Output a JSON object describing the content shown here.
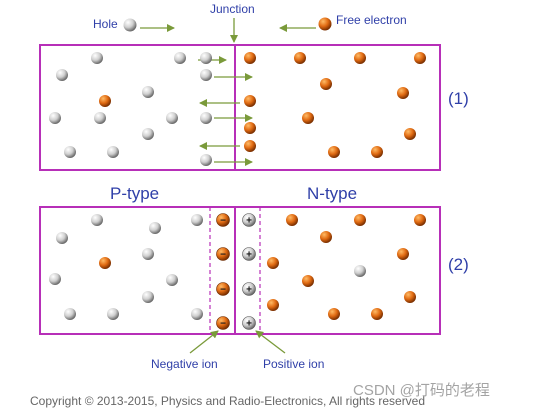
{
  "legend": {
    "hole_label": "Hole",
    "junction_label": "Junction",
    "free_electron_label": "Free electron"
  },
  "diagram1": {
    "label": "(1)"
  },
  "diagram2": {
    "label": "(2)",
    "p_type_label": "P-type",
    "n_type_label": "N-type",
    "negative_ion_label": "Negative ion",
    "positive_ion_label": "Positive ion",
    "negative_sign": "−",
    "positive_sign": "+"
  },
  "copyright": "Copyright © 2013-2015, Physics and Radio-Electronics, All rights reserved",
  "watermark": "CSDN @打码的老程",
  "colors": {
    "frame": "#b72fb8",
    "label_text": "#2f3fa8",
    "arrow": "#7a9a3a",
    "hole_fill": "#c8c8c8",
    "electron_fill": "#d9650e",
    "copyright_text": "#666666",
    "watermark_text": "#9a9a9a"
  }
}
